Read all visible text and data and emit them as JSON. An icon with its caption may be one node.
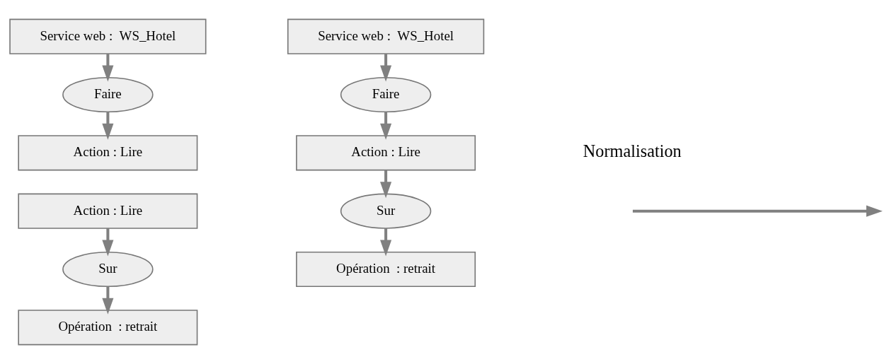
{
  "diagram": {
    "nodes": [
      {
        "text": [
          "Service web :  WS_Hotel"
        ]
      },
      {
        "text": [
          "Faire"
        ]
      },
      {
        "text": [
          "Action : Lire"
        ]
      },
      {
        "text": [
          "Action : Lire"
        ]
      },
      {
        "text": [
          "Sur"
        ]
      },
      {
        "text": [
          "Opération  : retrait"
        ]
      },
      {
        "text": [
          "Service web :  WS_Hotel"
        ]
      },
      {
        "text": [
          "Faire"
        ]
      },
      {
        "text": [
          "Action : Lire"
        ]
      },
      {
        "text": [
          "Sur"
        ]
      },
      {
        "text": [
          "Opération  : retrait"
        ]
      }
    ],
    "edges": [
      {
        "from": 0,
        "to": 1,
        "arrow": "to"
      },
      {
        "from": 1,
        "to": 2,
        "arrow": "to"
      },
      {
        "from": 3,
        "to": 4,
        "arrow": "to"
      },
      {
        "from": 4,
        "to": 5,
        "arrow": "to"
      },
      {
        "from": 6,
        "to": 7,
        "arrow": "to"
      },
      {
        "from": 7,
        "to": 8,
        "arrow": "to"
      },
      {
        "from": 8,
        "to": 9,
        "arrow": "to"
      },
      {
        "from": 9,
        "to": 10,
        "arrow": "to"
      }
    ],
    "labels": [
      "Normalisation"
    ]
  }
}
